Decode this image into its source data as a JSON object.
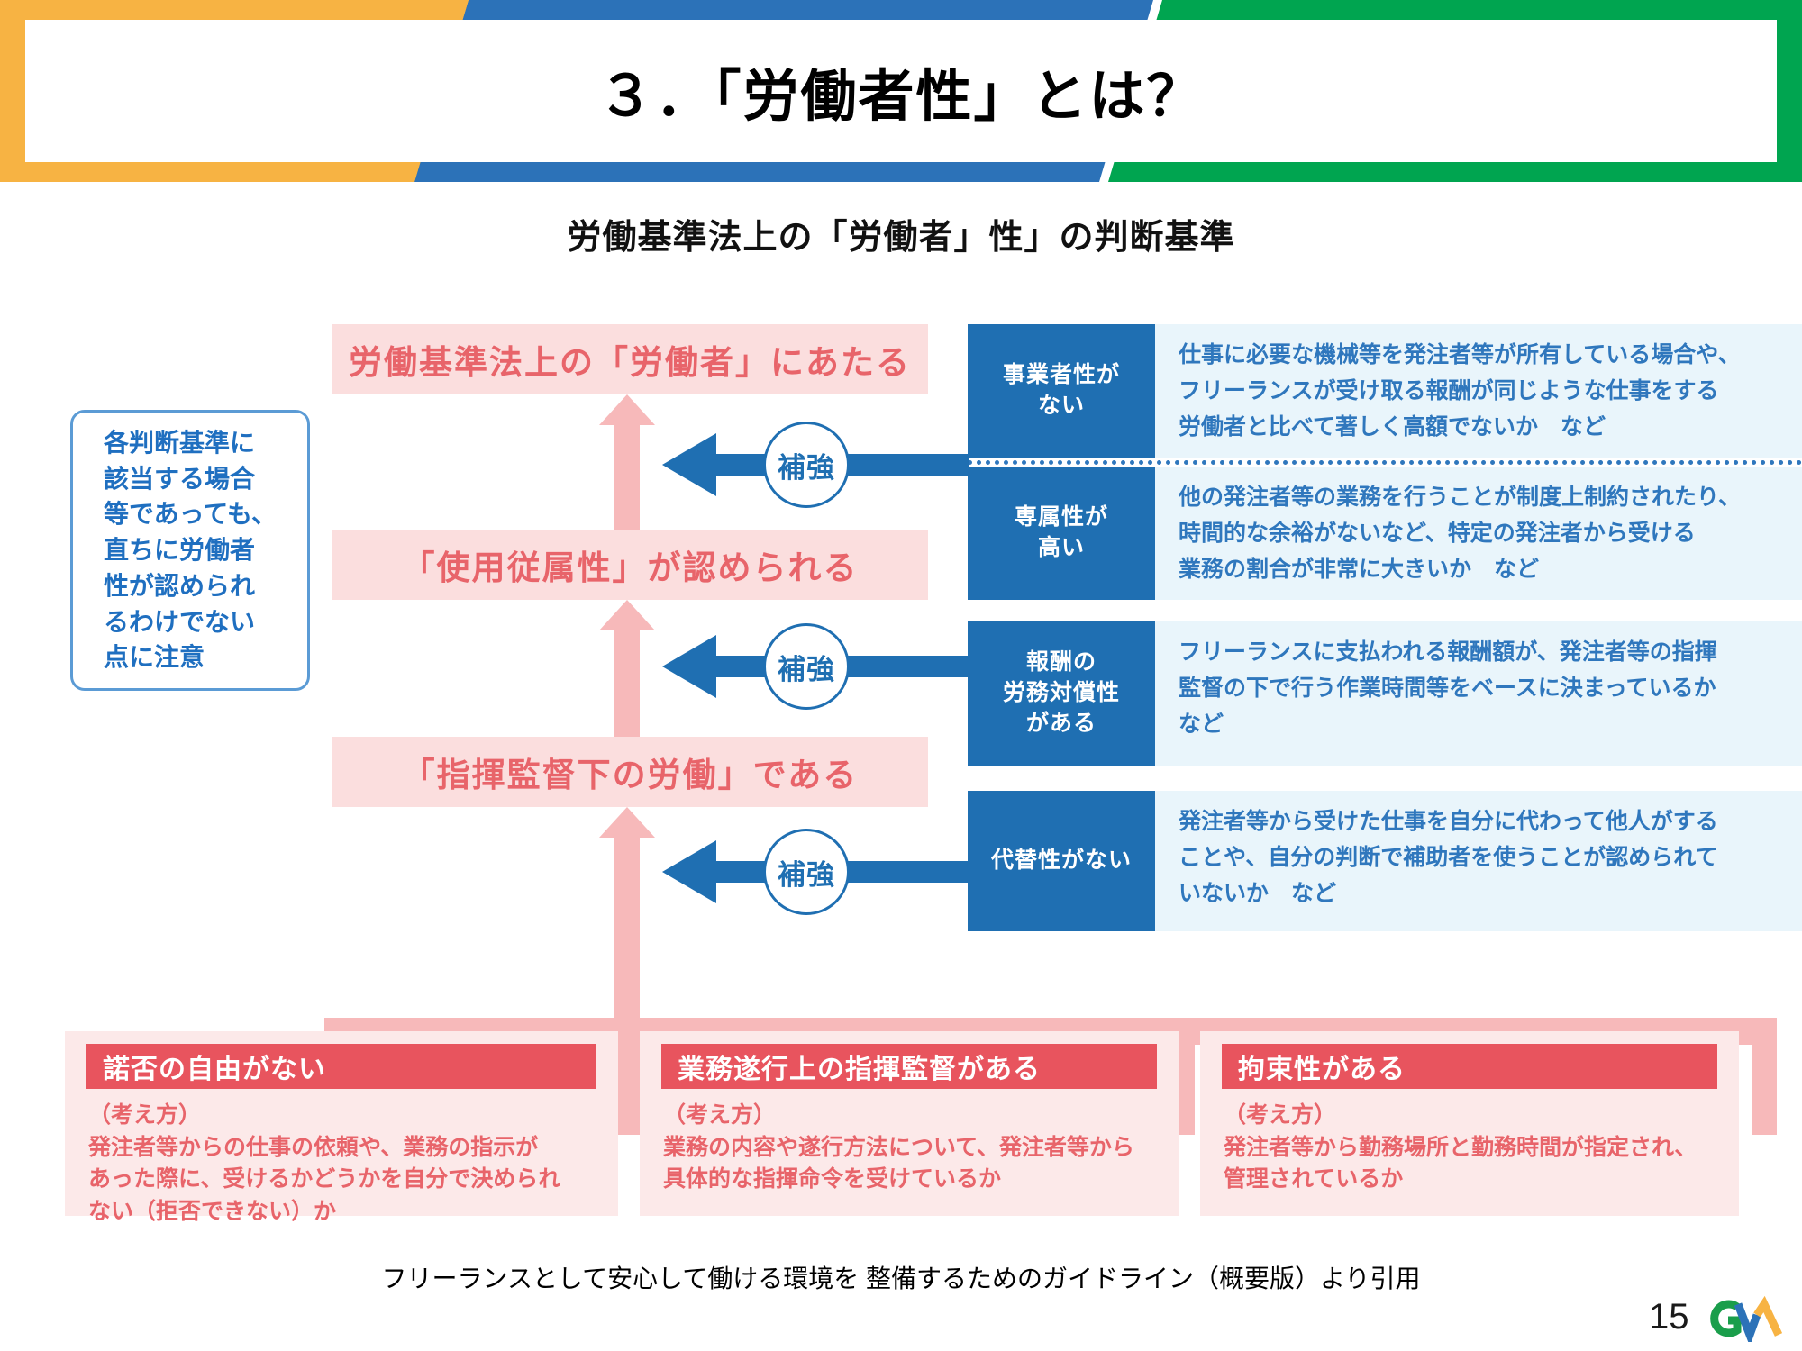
{
  "header": {
    "title": "３．「労働者性」とは？",
    "bands": {
      "yellow": "#f7b343",
      "blue": "#2c72b8",
      "green": "#00a550"
    }
  },
  "subtitle": "労働基準法上の「労働者」性」の判断基準",
  "note": {
    "text": "各判断基準に\n該当する場合\n等であっても、\n直ちに労働者\n性が認められ\nるわけでない\n点に注意",
    "border_color": "#5b9bd5",
    "text_color": "#1f6fc0"
  },
  "ladder": {
    "steps": [
      {
        "label": "労働基準法上の「労働者」にあたる"
      },
      {
        "label": "「使用従属性」が認められる"
      },
      {
        "label": "「指揮監督下の労働」である"
      }
    ],
    "bg_color": "#fbdede",
    "text_color": "#e8646a",
    "arrow_color": "#f7b9ba"
  },
  "reinforce": {
    "label": "補強",
    "color": "#1f6fb2",
    "items": [
      "補強",
      "補強",
      "補強"
    ]
  },
  "criteria": [
    {
      "label": "事業者性が\nない",
      "body": "仕事に必要な機械等を発注者等が所有している場合や、\nフリーランスが受け取る報酬が同じような仕事をする\n労働者と比べて著しく高額でないか　など"
    },
    {
      "label": "専属性が\n高い",
      "body": "他の発注者等の業務を行うことが制度上制約されたり、\n時間的な余裕がないなど、特定の発注者から受ける\n業務の割合が非常に大きいか　など"
    },
    {
      "label": "報酬の\n労務対償性\nがある",
      "body": "フリーランスに支払われる報酬額が、発注者等の指揮\n監督の下で行う作業時間等をベースに決まっているか\nなど"
    },
    {
      "label": "代替性がない",
      "body": "発注者等から受けた仕事を自分に代わって他人がする\nことや、自分の判断で補助者を使うことが認められて\nいないか　など"
    }
  ],
  "criteria_colors": {
    "label_bg": "#1f6fb2",
    "body_bg": "#e9f5fb",
    "body_text": "#2f77bd"
  },
  "cards": [
    {
      "title": "諾否の自由がない",
      "body": "（考え方）\n発注者等からの仕事の依頼や、業務の指示が\nあった際に、受けるかどうかを自分で決められ\nない（拒否できない）か"
    },
    {
      "title": "業務遂行上の指揮監督がある",
      "body": "（考え方）\n業務の内容や遂行方法について、発注者等から\n具体的な指揮命令を受けているか"
    },
    {
      "title": "拘束性がある",
      "body": "（考え方）\n発注者等から勤務場所と勤務時間が指定され、\n管理されているか"
    }
  ],
  "cards_colors": {
    "head_bg": "#e8545e",
    "body_bg": "#fce9e9",
    "body_text": "#e8646a"
  },
  "footer": {
    "source": "フリーランスとして安心して働ける環境を 整備するためのガイドライン（概要版）より引用",
    "page_number": "15",
    "logo_text": "GVA"
  }
}
